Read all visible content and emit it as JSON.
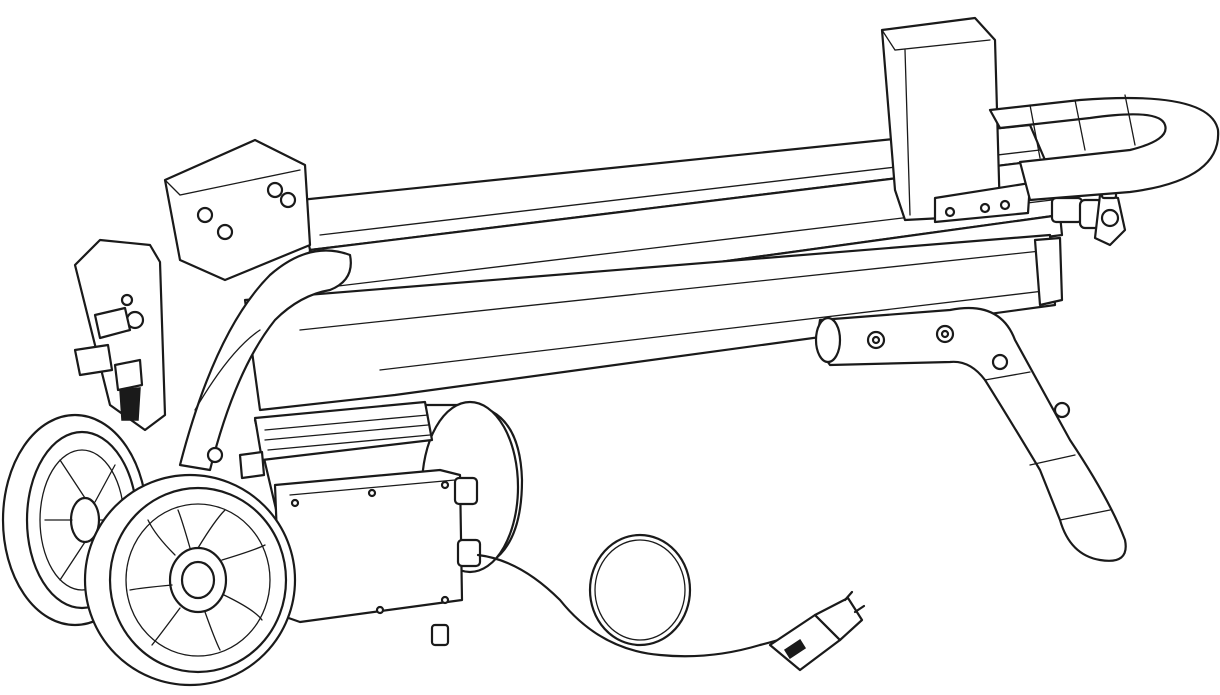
{
  "figure": {
    "subject": "log-splitter-line-drawing",
    "colors": {
      "line": "#1a1a1a",
      "background": "#ffffff"
    },
    "parts": [
      "push-plate",
      "handle-tube",
      "splitting-wedge",
      "frame-rail",
      "hydraulic-cylinder",
      "electric-motor",
      "switch-box",
      "rear-wheel",
      "front-wheel",
      "carry-handle",
      "power-cord",
      "power-plug",
      "bleed-screw"
    ]
  }
}
